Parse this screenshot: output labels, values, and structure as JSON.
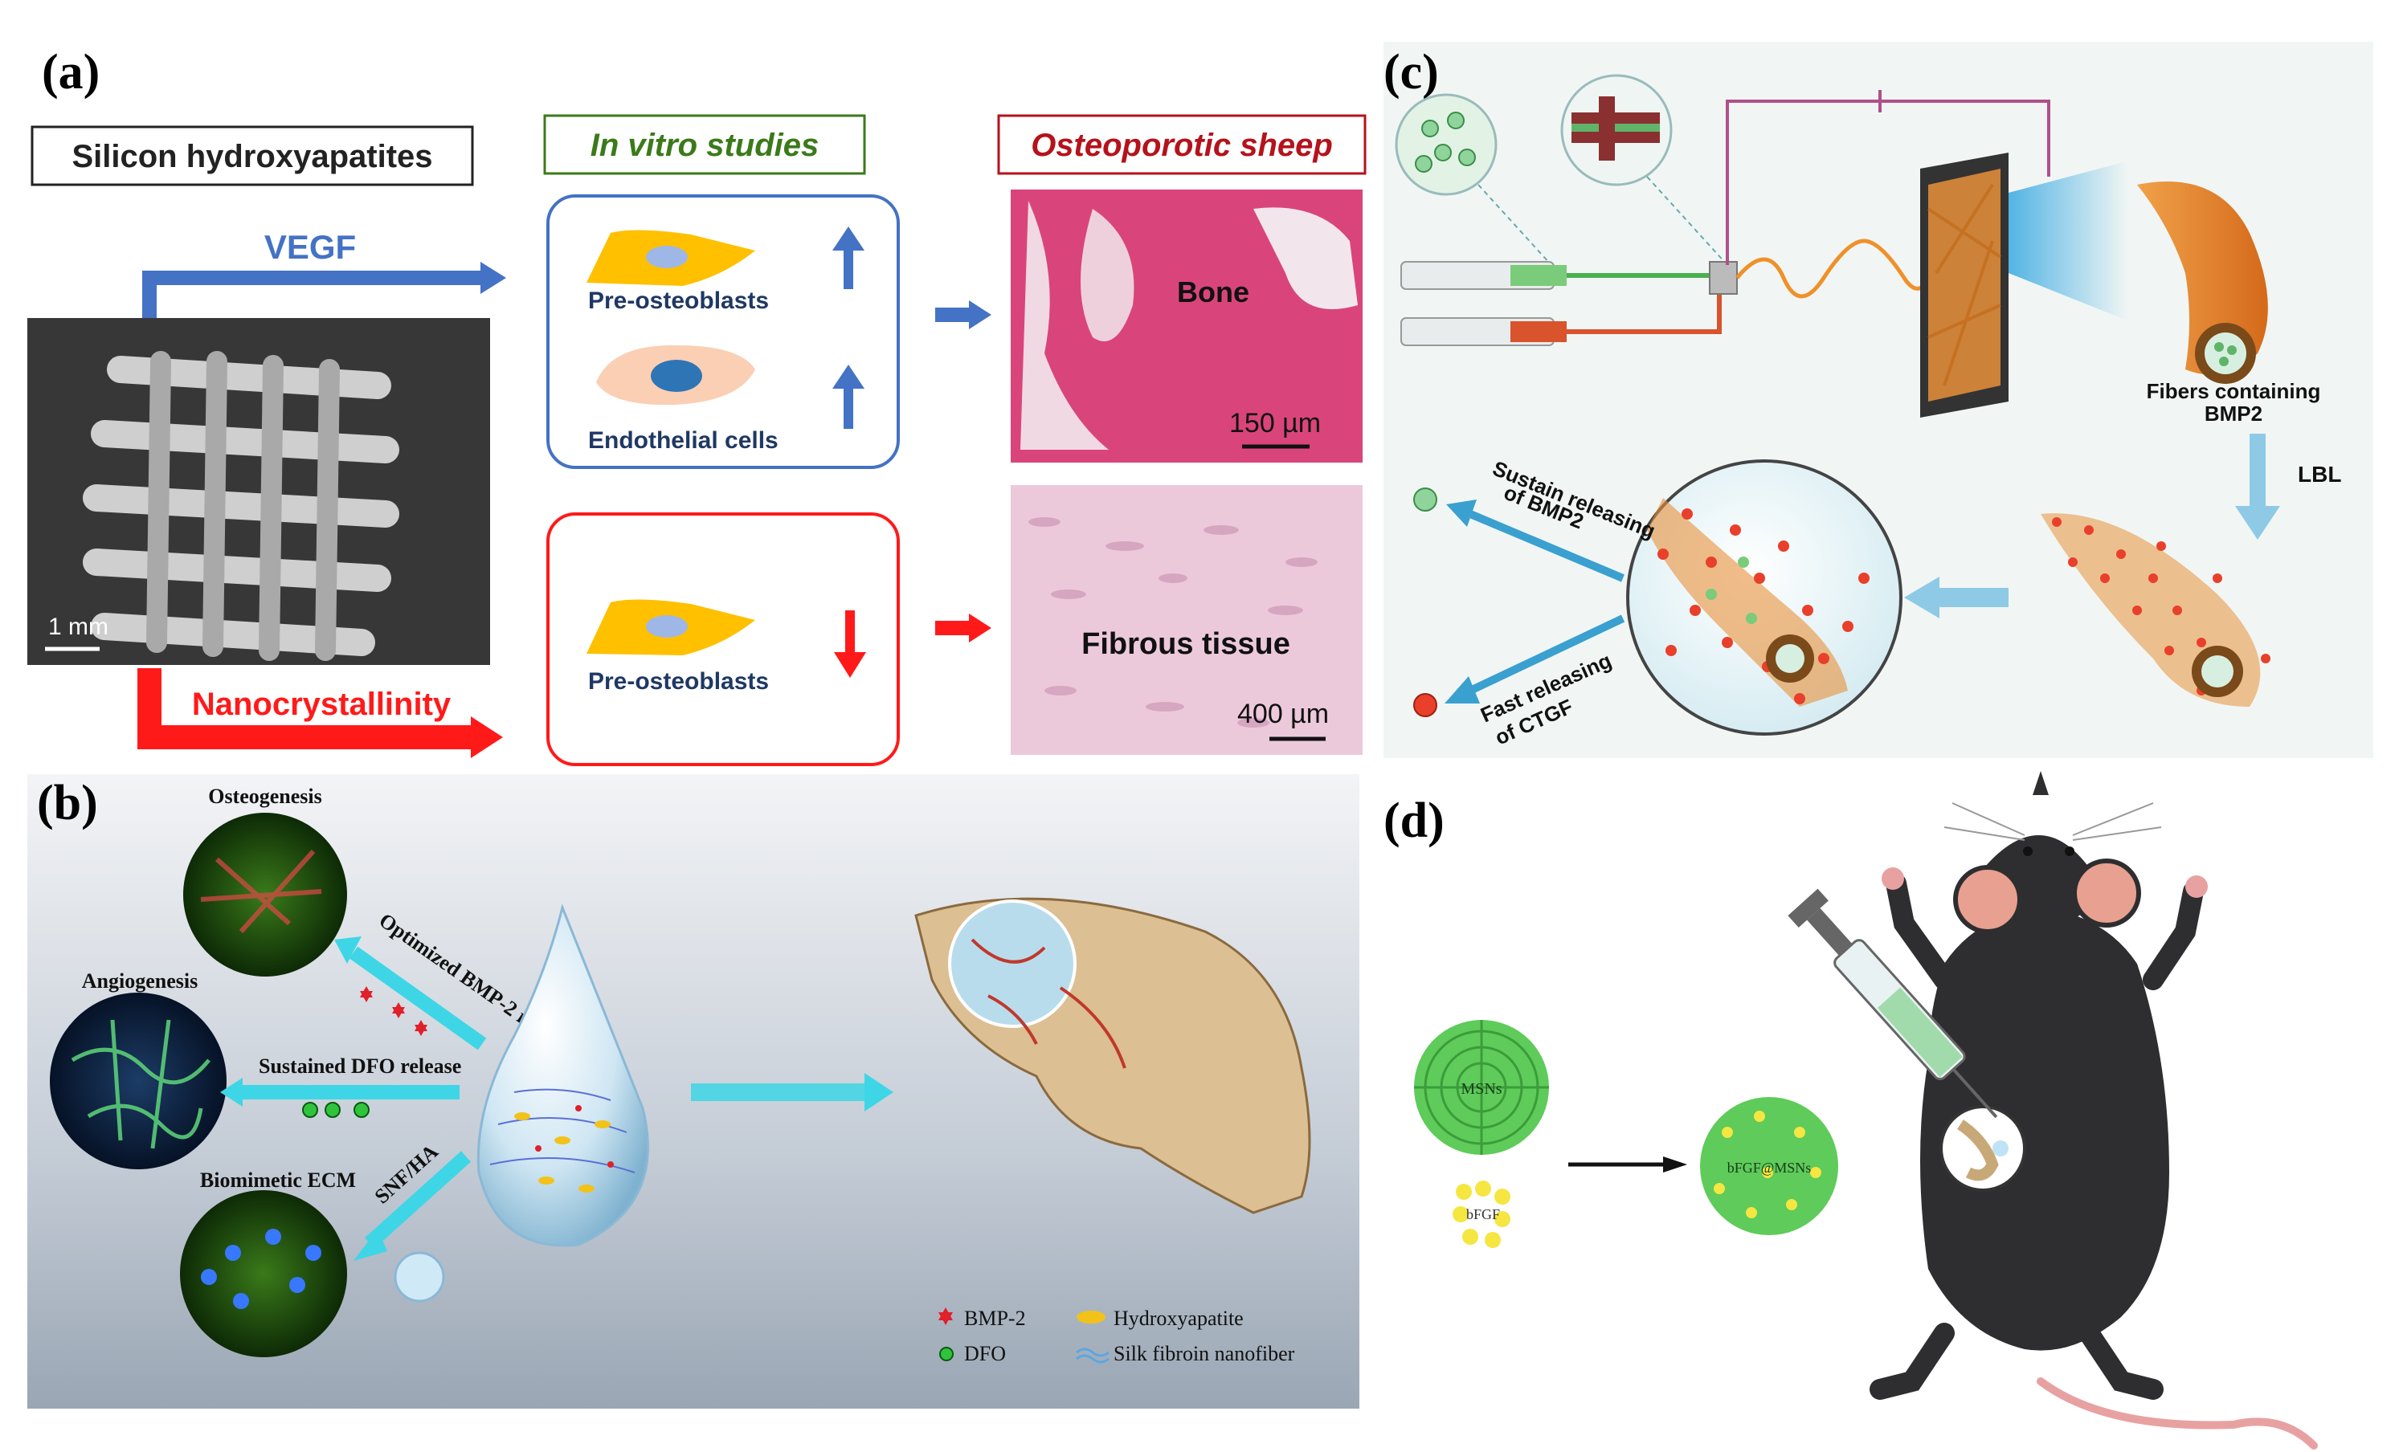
{
  "panels": {
    "a": {
      "letter": "(a)",
      "box_left": "Silicon hydroxyapatites",
      "box_mid": "In vitro studies",
      "box_right": "Osteoporotic sheep",
      "arrow_top_label": "VEGF",
      "arrow_bottom_label": "Nanocrystallinity",
      "scale_sem": "1 mm",
      "cells_top": [
        "Pre-osteoblasts",
        "Endothelial cells"
      ],
      "cells_bottom": [
        "Pre-osteoblasts"
      ],
      "histo_top_label": "Bone",
      "histo_top_scale": "150 µm",
      "histo_bottom_label": "Fibrous tissue",
      "histo_bottom_scale": "400 µm"
    },
    "b": {
      "letter": "(b)",
      "labels": [
        "Osteogenesis",
        "Angiogenesis",
        "Biomimetic ECM"
      ],
      "arrow_labels": [
        "Optimized BMP-2 release",
        "Sustained DFO release",
        "SNF/HA"
      ],
      "legend": [
        "BMP-2",
        "Hydroxyapatite",
        "DFO",
        "Silk fibroin nanofiber"
      ]
    },
    "c": {
      "letter": "(c)",
      "fiber_label_1": "Fibers containing",
      "fiber_label_2": "BMP2",
      "lbl": "LBL",
      "sustain_1": "Sustain releasing",
      "sustain_2": "of BMP2",
      "fast_1": "Fast releasing",
      "fast_2": "of CTGF"
    },
    "d": {
      "letter": "(d)",
      "msn_label": "MSNs",
      "bfgf_label": "bFGF",
      "product_label": "bFGF@MSNs"
    }
  },
  "colors": {
    "blue": "#4472c4",
    "red": "#ff1a1a",
    "green_text": "#3b7a1a",
    "darkred_text": "#b5121b",
    "histo_pink": "#d9457a"
  }
}
